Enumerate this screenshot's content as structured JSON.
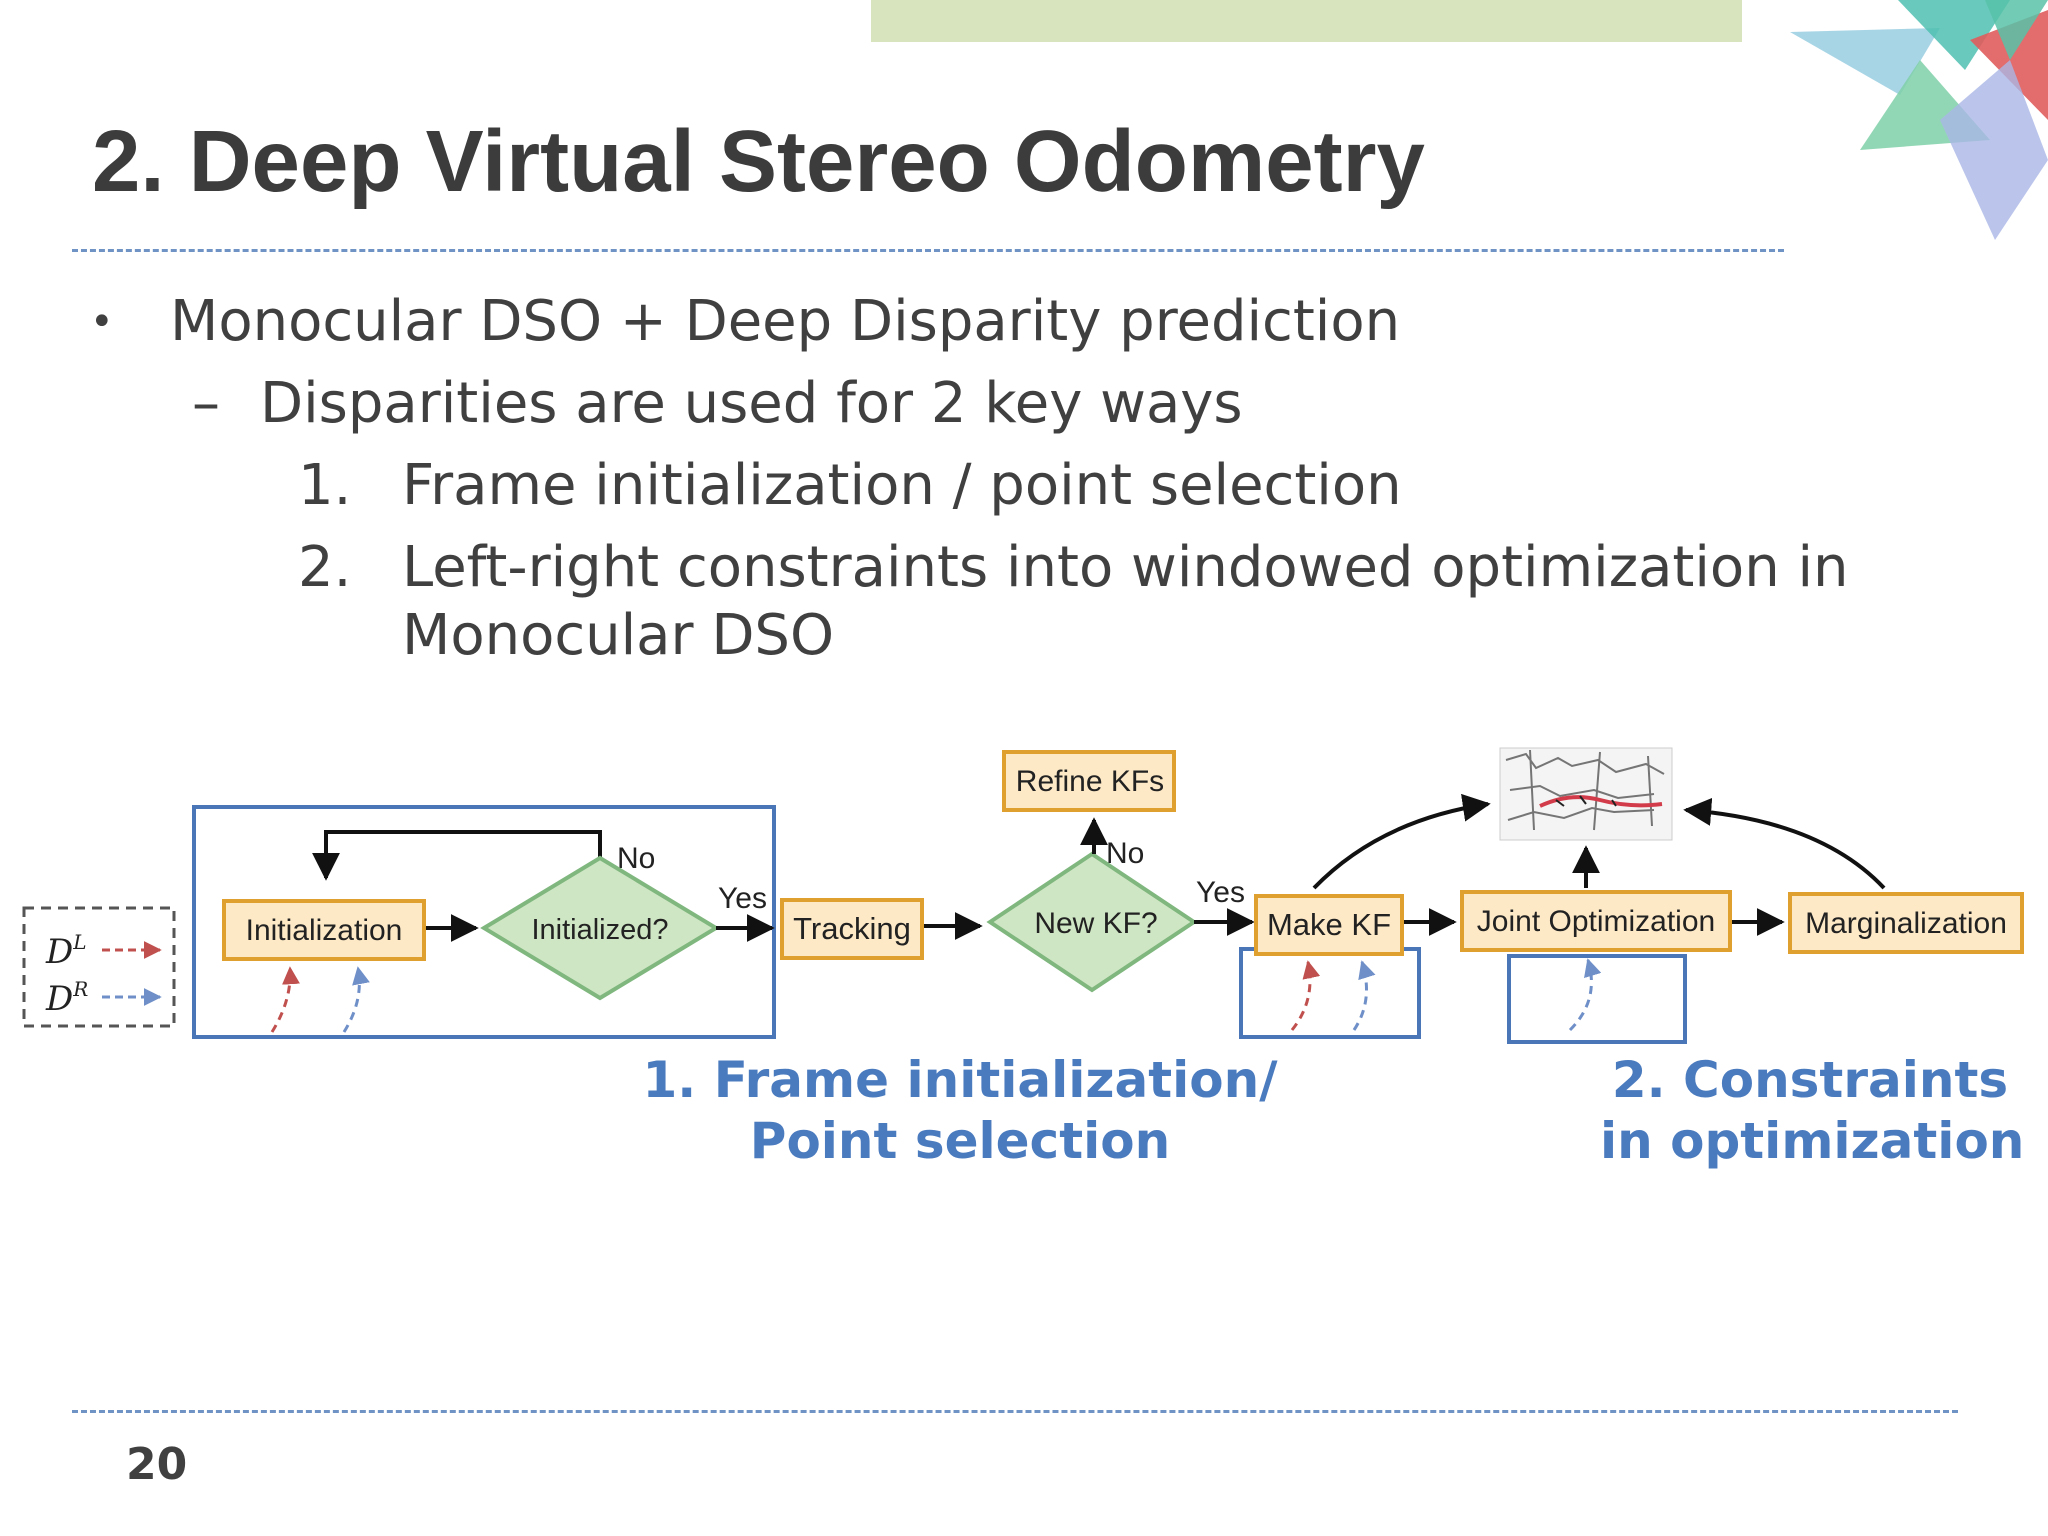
{
  "slide": {
    "title": "2. Deep Virtual Stereo Odometry",
    "page_number": "20",
    "accent_color": "#4b7bbf",
    "top_bar_color": "#d7e4bd"
  },
  "bullets": {
    "level1": {
      "marker": "•",
      "text": "Monocular DSO + Deep Disparity prediction"
    },
    "level2": {
      "marker": "–",
      "text": "Disparities are used for 2 key ways"
    },
    "items": [
      {
        "marker": "1.",
        "text": "Frame initialization / point selection"
      },
      {
        "marker": "2.",
        "text": "Left-right constraints into windowed optimization in",
        "text_cont": "Monocular DSO"
      }
    ]
  },
  "diagram": {
    "legend": {
      "dl": "D",
      "dl_sup": "L",
      "dr": "D",
      "dr_sup": "R"
    },
    "nodes": {
      "initialization": "Initialization",
      "initialized_q": "Initialized?",
      "tracking": "Tracking",
      "new_kf_q": "New KF?",
      "refine_kfs": "Refine KFs",
      "make_kf": "Make KF",
      "joint_optimization": "Joint Optimization",
      "marginalization": "Marginalization"
    },
    "edge_labels": {
      "no_1": "No",
      "yes_1": "Yes",
      "no_2": "No",
      "yes_2": "Yes"
    },
    "colors": {
      "box_fill": "#fde9c6",
      "box_stroke": "#e0a030",
      "diamond_fill": "#cfe6c4",
      "diamond_stroke": "#7fb77e",
      "highlight": "#4a76b8",
      "dl_arrow": "#c0504d",
      "dr_arrow": "#6f8fc8"
    }
  },
  "captions": {
    "c1_line1": "1. Frame initialization/",
    "c1_line2": "Point selection",
    "c2_line1": "2. Constraints",
    "c2_line2": "in optimization"
  }
}
